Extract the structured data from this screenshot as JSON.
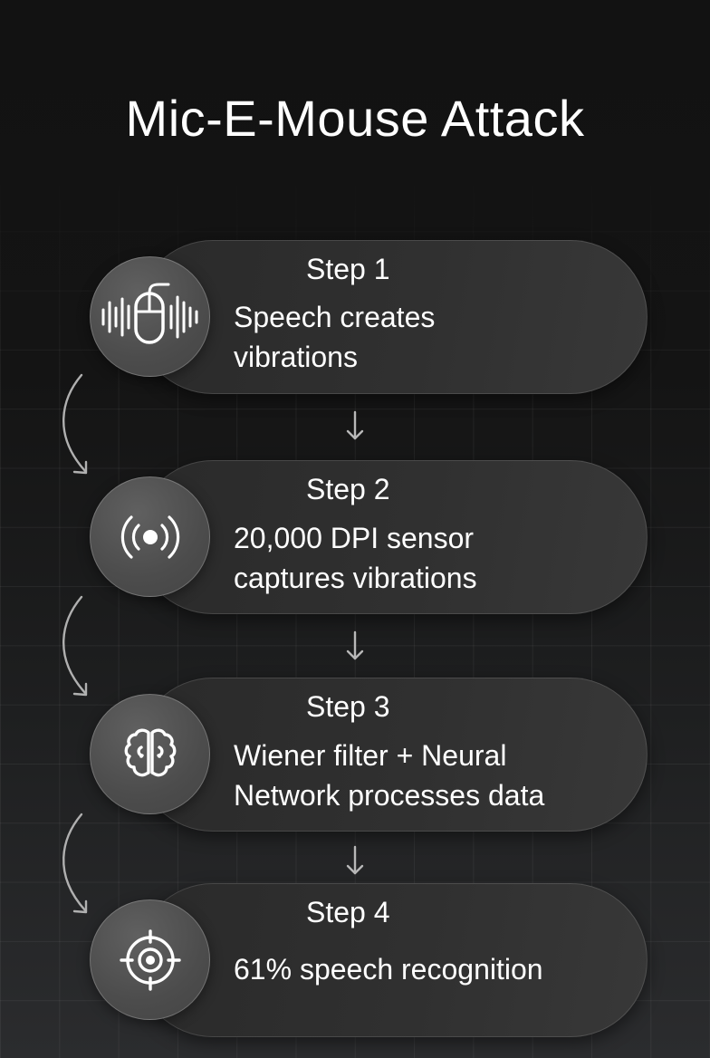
{
  "title": "Mic-E-Mouse Attack",
  "colors": {
    "background_top": "#121212",
    "background_bottom": "#2b2c2e",
    "pill": "#2f2f2f",
    "icon_circle": "#555555",
    "text": "#ffffff",
    "arrow": "#b8b8b8"
  },
  "steps": [
    {
      "label": "Step 1",
      "description": "Speech creates\nvibrations",
      "icon": "mouse-soundwave-icon"
    },
    {
      "label": "Step 2",
      "description": "20,000 DPI sensor\ncaptures vibrations",
      "icon": "sensor-broadcast-icon"
    },
    {
      "label": "Step 3",
      "description": "Wiener filter + Neural\nNetwork processes data",
      "icon": "brain-icon"
    },
    {
      "label": "Step 4",
      "description": "61% speech recognition",
      "icon": "target-icon"
    }
  ]
}
